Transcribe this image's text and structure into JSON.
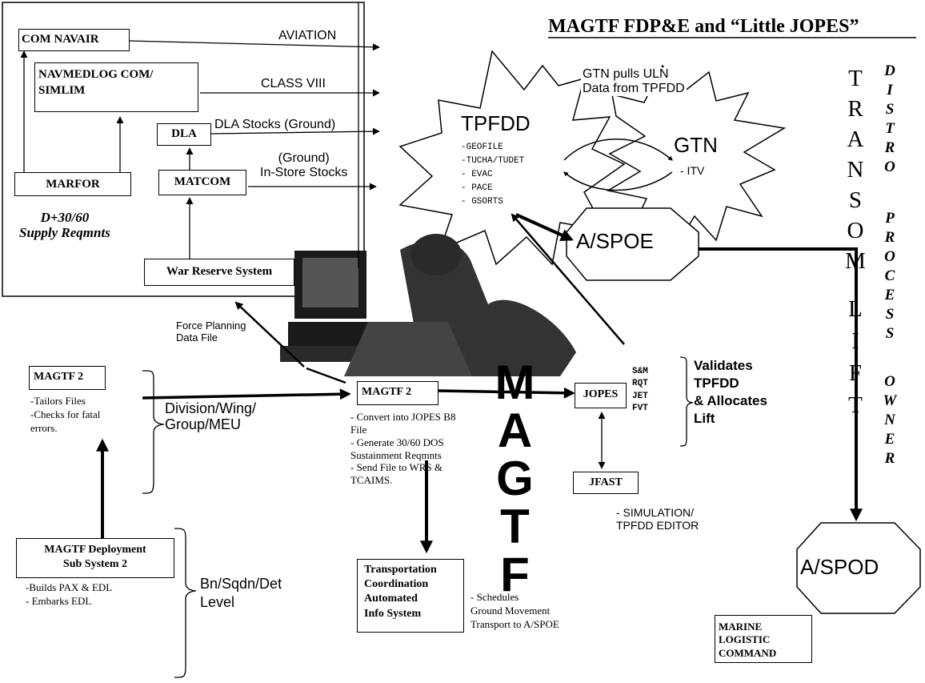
{
  "title": "MAGTF FDP&E and “Little JOPES”",
  "boxes": {
    "com_navair": "COM NAVAIR",
    "navmedlog": "NAVMEDLOG COM/\nSIMLIM",
    "dla": "DLA",
    "marfor": "MARFOR",
    "matcom": "MATCOM",
    "war_reserve": "War Reserve System",
    "magtf2_left": "MAGTF 2",
    "magtf2_center": "MAGTF 2",
    "jopes": "JOPES",
    "jfast": "JFAST",
    "mdss2": "MAGTF Deployment\nSub System 2",
    "tc_aims": "Transportation\nCoordination\nAutomated\nInfo System",
    "marine_logistic": "MARINE\nLOGISTIC\nCOMMAND"
  },
  "flows": {
    "aviation": "AVIATION",
    "class_viii": "CLASS VIII",
    "dla_stocks": "DLA Stocks (Ground)",
    "in_store": "(Ground)\nIn-Store Stocks",
    "supply_reqmnts": "D+30/60\nSupply  Reqmnts",
    "force_planning": "Force Planning\nData File",
    "gtn_pulls": "GTN pulls ULN\nData from TPFDD"
  },
  "tpfdd": {
    "label": "TPFDD",
    "items": [
      "-GEOFILE",
      "-TUCHA/TUDET",
      "- EVAC",
      "- PACE",
      "- GSORTS"
    ]
  },
  "gtn": {
    "label": "GTN",
    "sub": "- ITV"
  },
  "aspoe": "A/SPOE",
  "aspod": "A/SPOD",
  "magtf2_left_items": "-Tailors Files\n-Checks for fatal\nerrors.",
  "division_label": "Division/Wing/\nGroup/MEU",
  "magtf2_center_items": "- Convert into JOPES B8\nFile\n  - Generate 30/60 DOS\nSustainment  Reqmnts\n  - Send File to WRS &\nTCAIMS.",
  "jopes_codes": "S&M\nRQT\nJET\nFVT",
  "validates": "Validates\nTPFDD\n& Allocates\nLift",
  "jfast_items": "- SIMULATION/\nTPFDD EDITOR",
  "mdss2_items": "-Builds PAX & EDL\n- Embarks EDL",
  "bn_level": "Bn/Sqdn/Det\nLevel",
  "schedules": "- Schedules\nGround Movement\nTransport to A/SPOE",
  "magtf_vertical": [
    "M",
    "A",
    "G",
    "T",
    "F"
  ],
  "transom_lift": [
    "T",
    "R",
    "A",
    "N",
    "S",
    "O",
    "M",
    "L",
    "I",
    "F",
    "T"
  ],
  "distro_process_owner": [
    "D",
    "I",
    "S",
    "T",
    "R",
    "O",
    "",
    "P",
    "R",
    "O",
    "C",
    "E",
    "S",
    "S",
    "",
    "O",
    "W",
    "N",
    "E",
    "R"
  ]
}
